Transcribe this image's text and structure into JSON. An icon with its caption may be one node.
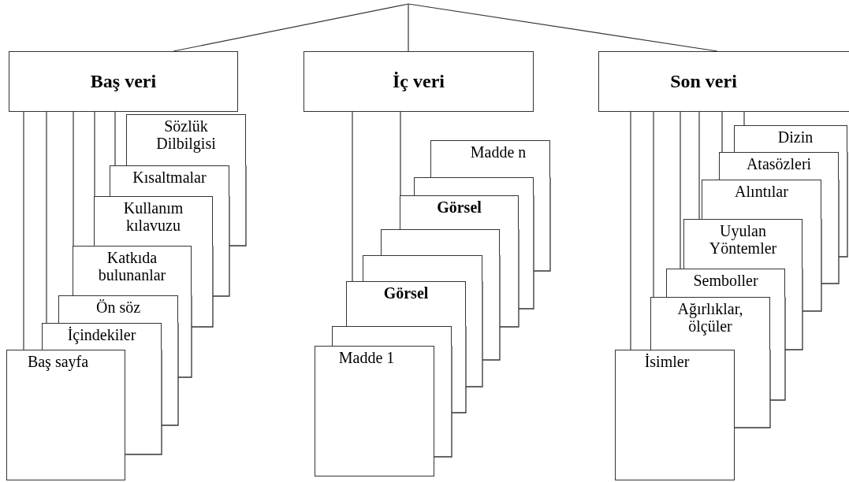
{
  "diagram": {
    "nodes": [
      {
        "text": [
          "Baş veri"
        ]
      },
      {
        "text": [
          "İç veri"
        ]
      },
      {
        "text": [
          "Son veri"
        ]
      },
      {
        "text": [
          "Sözlük Dilbilgisi"
        ]
      },
      {
        "text": [
          "Kısaltmalar"
        ]
      },
      {
        "text": [
          "Kullanım kılavuzu"
        ]
      },
      {
        "text": [
          "Katkıda bulunanlar"
        ]
      },
      {
        "text": [
          "Ön söz"
        ]
      },
      {
        "text": [
          "İçindekiler"
        ]
      },
      {
        "text": [
          "Baş sayfa"
        ]
      },
      {
        "text": [
          "Madde n"
        ]
      },
      {
        "text": [],
        "shape": "box"
      },
      {
        "text": [
          "Görsel"
        ]
      },
      {
        "text": [],
        "shape": "box"
      },
      {
        "text": [],
        "shape": "box"
      },
      {
        "text": [
          "Görsel"
        ]
      },
      {
        "text": [],
        "shape": "box"
      },
      {
        "text": [
          "Madde 1"
        ]
      },
      {
        "text": [
          "Dizin"
        ]
      },
      {
        "text": [
          "Atasözleri"
        ]
      },
      {
        "text": [
          "Alıntılar"
        ]
      },
      {
        "text": [
          "Uyulan Yöntemler"
        ]
      },
      {
        "text": [
          "Semboller"
        ]
      },
      {
        "text": [
          "Ağırlıklar, ölçüler"
        ]
      },
      {
        "text": [
          "İsimler"
        ]
      }
    ],
    "edges": [
      {
        "from": null,
        "to": 0,
        "arrow": "none"
      },
      {
        "from": null,
        "to": 1,
        "arrow": "none"
      },
      {
        "from": null,
        "to": 2,
        "arrow": "none"
      },
      {
        "from": 0,
        "to": 9,
        "arrow": "none"
      },
      {
        "from": 0,
        "to": 8,
        "arrow": "none"
      },
      {
        "from": 0,
        "to": 6,
        "arrow": "none"
      },
      {
        "from": 0,
        "to": 5,
        "arrow": "none"
      },
      {
        "from": 0,
        "to": 4,
        "arrow": "none"
      },
      {
        "from": 1,
        "to": 15,
        "arrow": "none"
      },
      {
        "from": 1,
        "to": 12,
        "arrow": "none"
      },
      {
        "from": 2,
        "to": 24,
        "arrow": "none"
      },
      {
        "from": 2,
        "to": 23,
        "arrow": "none"
      },
      {
        "from": 2,
        "to": 22,
        "arrow": "none"
      },
      {
        "from": 2,
        "to": 21,
        "arrow": "none"
      },
      {
        "from": 2,
        "to": 19,
        "arrow": "none"
      },
      {
        "from": 2,
        "to": 18,
        "arrow": "none"
      }
    ]
  }
}
